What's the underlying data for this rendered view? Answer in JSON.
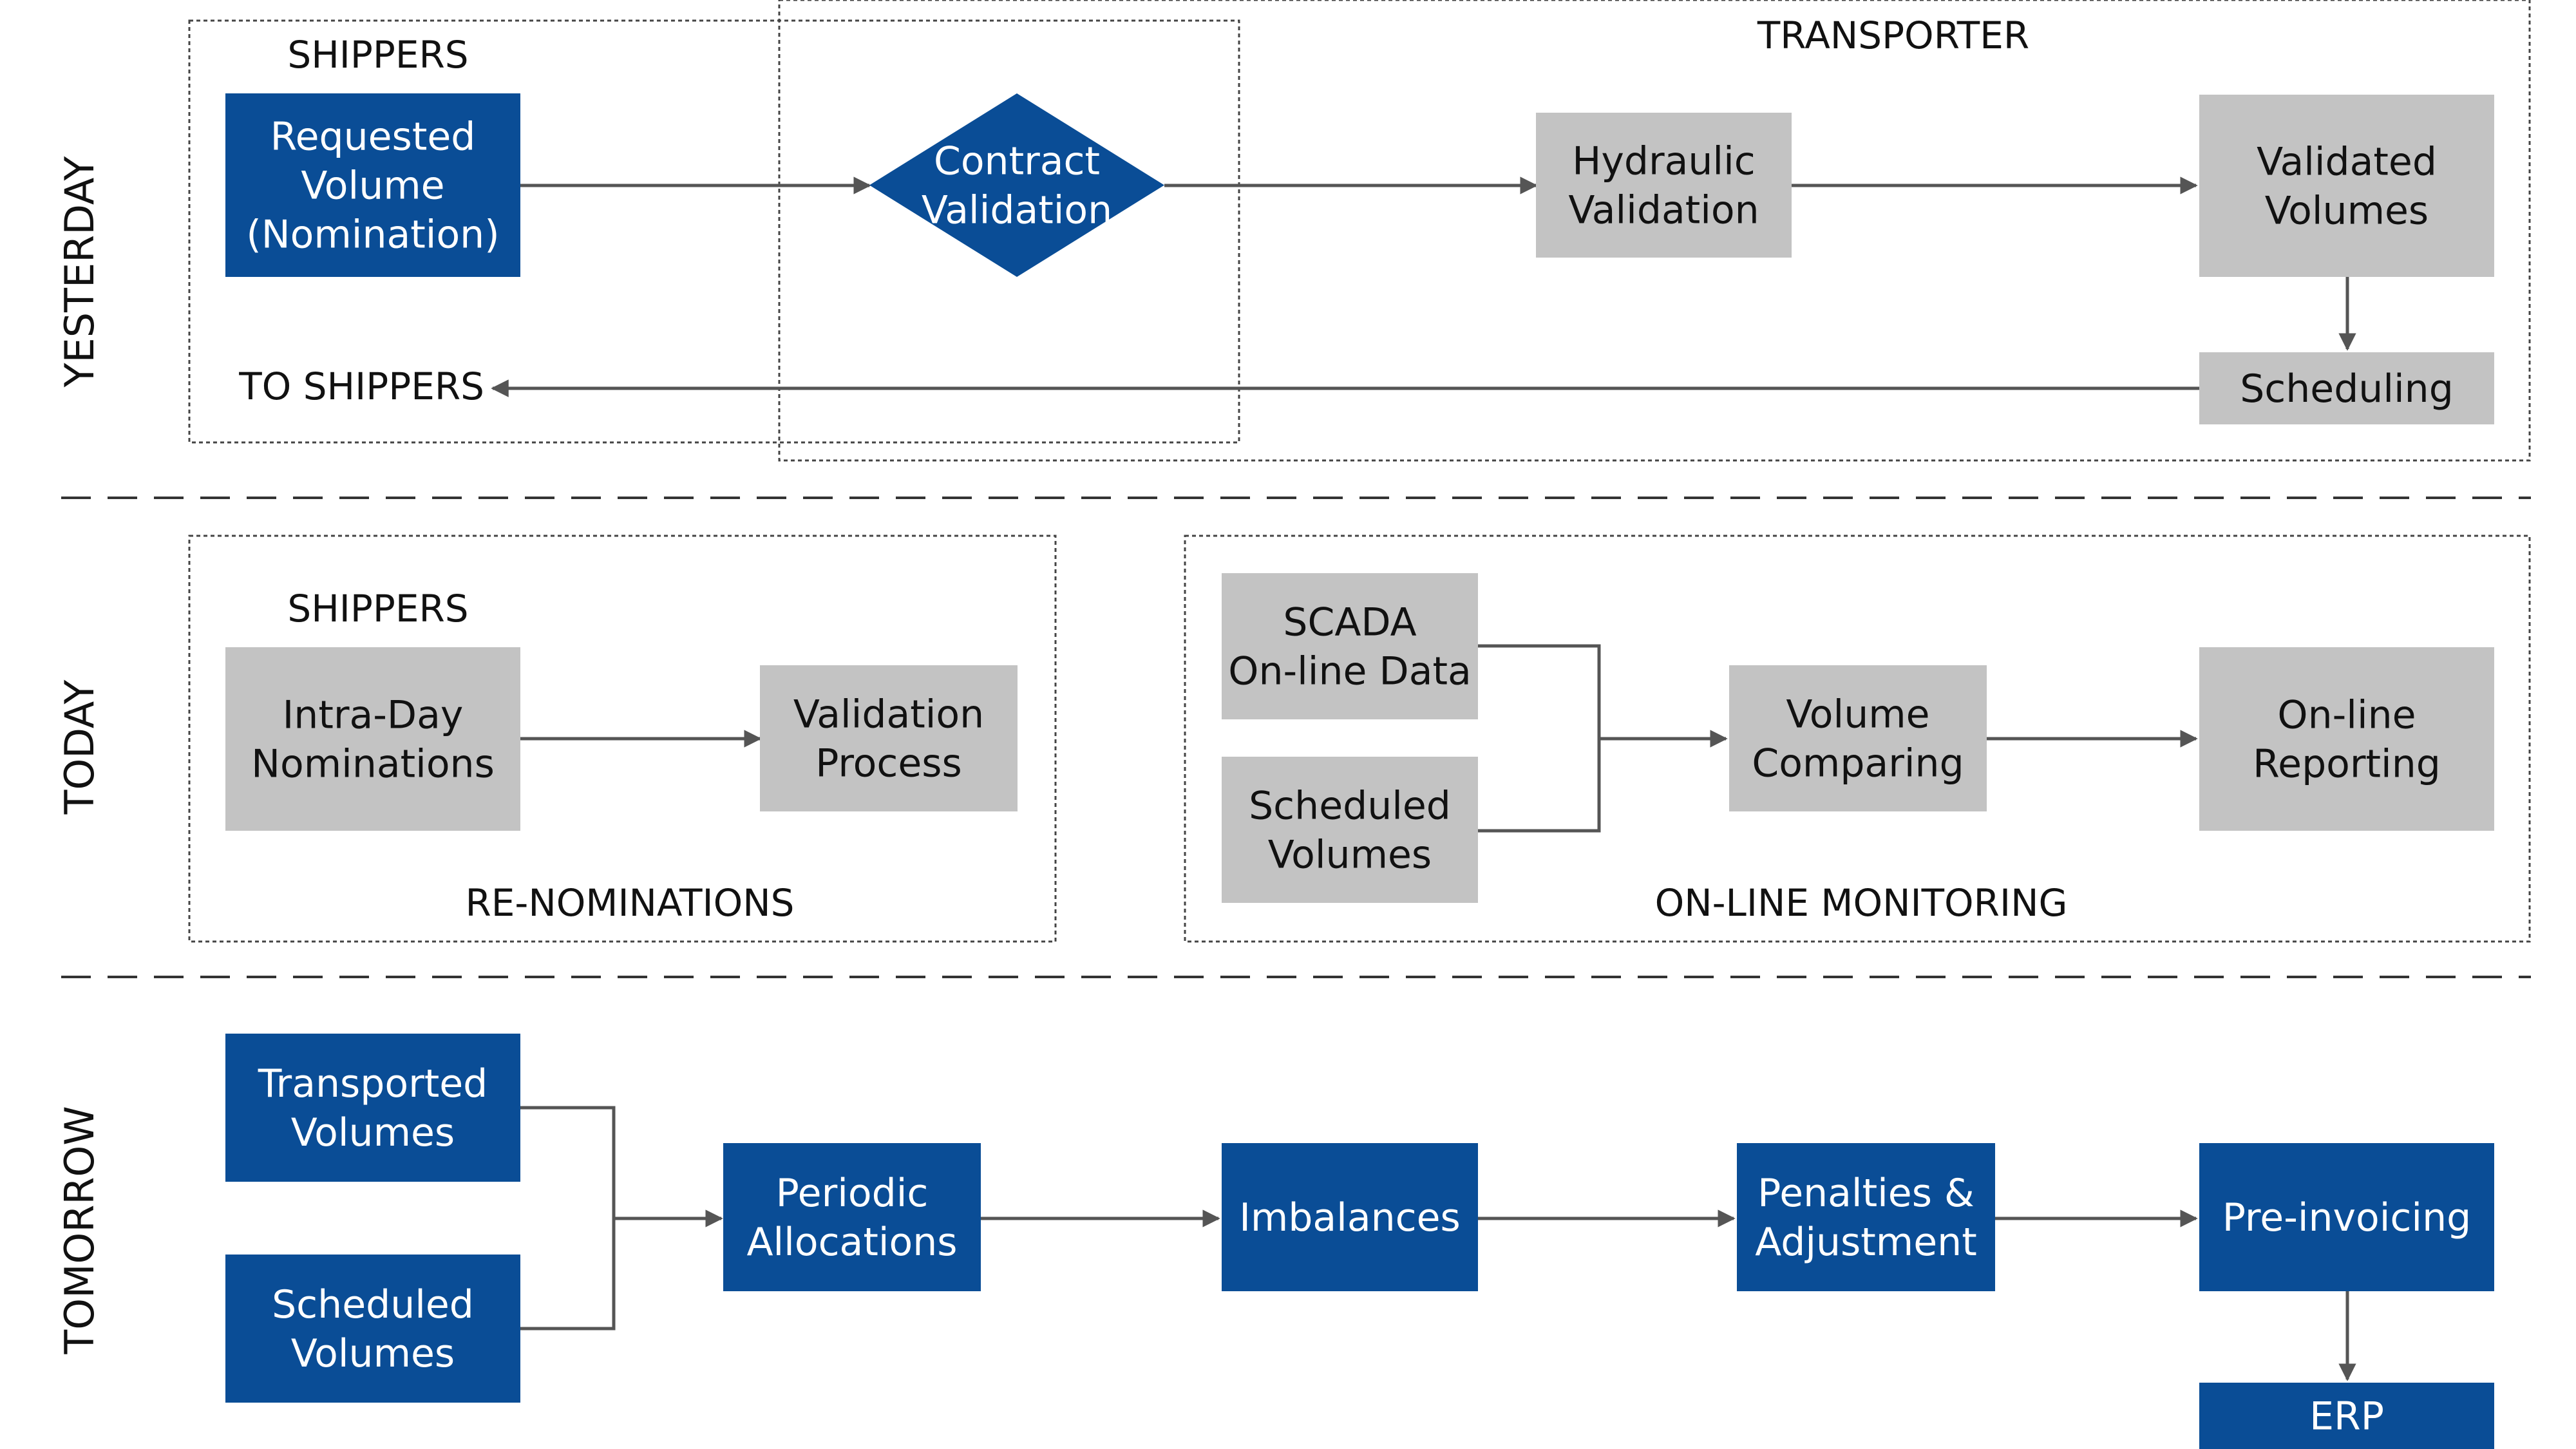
{
  "colors": {
    "blue": "#0a4d96",
    "gray": "#c3c3c3",
    "text_dark": "#111111",
    "text_light": "#ffffff",
    "line": "#555555"
  },
  "rows": {
    "yesterday": "YESTERDAY",
    "today": "TODAY",
    "tomorrow": "TOMORROW"
  },
  "labels": {
    "shippers_1": "SHIPPERS",
    "transporter": "TRANSPORTER",
    "to_shippers": "TO SHIPPERS",
    "shippers_2": "SHIPPERS",
    "renominations": "RE-NOMINATIONS",
    "online_monitoring": "ON-LINE MONITORING"
  },
  "nodes": {
    "requested_volume": [
      "Requested",
      "Volume",
      "(Nomination)"
    ],
    "contract_validation": [
      "Contract",
      "Validation"
    ],
    "hydraulic_validation": [
      "Hydraulic",
      "Validation"
    ],
    "validated_volumes": [
      "Validated",
      "Volumes"
    ],
    "scheduling": [
      "Scheduling"
    ],
    "intraday_nominations": [
      "Intra-Day",
      "Nominations"
    ],
    "validation_process": [
      "Validation",
      "Process"
    ],
    "scada_data": [
      "SCADA",
      "On-line Data"
    ],
    "scheduled_volumes_today": [
      "Scheduled",
      "Volumes"
    ],
    "volume_comparing": [
      "Volume",
      "Comparing"
    ],
    "online_reporting": [
      "On-line",
      "Reporting"
    ],
    "transported_volumes": [
      "Transported",
      "Volumes"
    ],
    "scheduled_volumes_tomorrow": [
      "Scheduled",
      "Volumes"
    ],
    "periodic_allocations": [
      "Periodic",
      "Allocations"
    ],
    "imbalances": [
      "Imbalances"
    ],
    "penalties_adjustment": [
      "Penalties &",
      "Adjustment"
    ],
    "pre_invoicing": [
      "Pre-invoicing"
    ],
    "erp": [
      "ERP"
    ]
  }
}
